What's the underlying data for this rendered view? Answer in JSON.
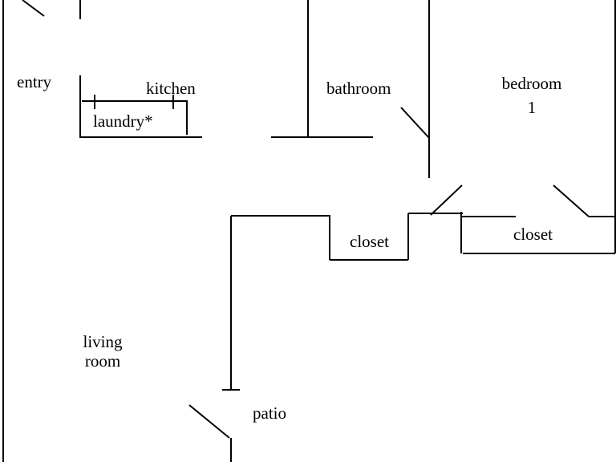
{
  "labels": {
    "entry": "entry",
    "kitchen": "kitchen",
    "laundry": "laundry*",
    "bathroom": "bathroom",
    "bedroom_name": "bedroom",
    "bedroom_number": "1",
    "closet_center": "closet",
    "closet_right": "closet",
    "living_line1": "living",
    "living_line2": "room",
    "patio": "patio"
  },
  "colors": {
    "wall": "#000000",
    "background": "#ffffff"
  }
}
